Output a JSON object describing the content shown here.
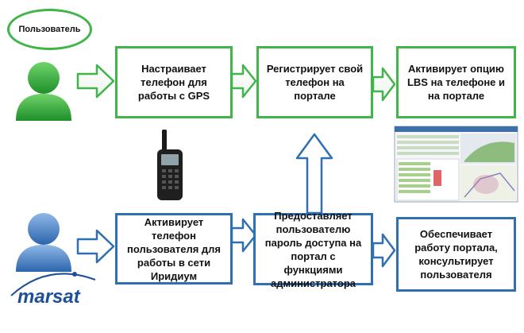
{
  "role_label": "Пользователь",
  "logo": "marsat",
  "top_row": [
    "Настраивает\nтелефон для\nработы с GPS",
    "Регистрирует свой\nтелефон на\nпортале",
    "Активирует опцию\nLBS на телефоне и\nна портале"
  ],
  "bottom_row": [
    "Активирует\nтелефон\nпользователя для\nработы в сети\nИридиум",
    "Предоставляет\nпользователю\nпароль доступа на\nпортал с функциями\nадминистратора",
    "Обеспечивает\nработу портала,\nконсультирует\nпользователя"
  ],
  "colors": {
    "green": "#3fb54a",
    "blue": "#2f6fb3",
    "user_person": "#35b03f",
    "operator_person": "#3c7cc6"
  },
  "icons": [
    "user-icon",
    "operator-icon",
    "satellite-phone-icon",
    "portal-screenshot-icon"
  ]
}
